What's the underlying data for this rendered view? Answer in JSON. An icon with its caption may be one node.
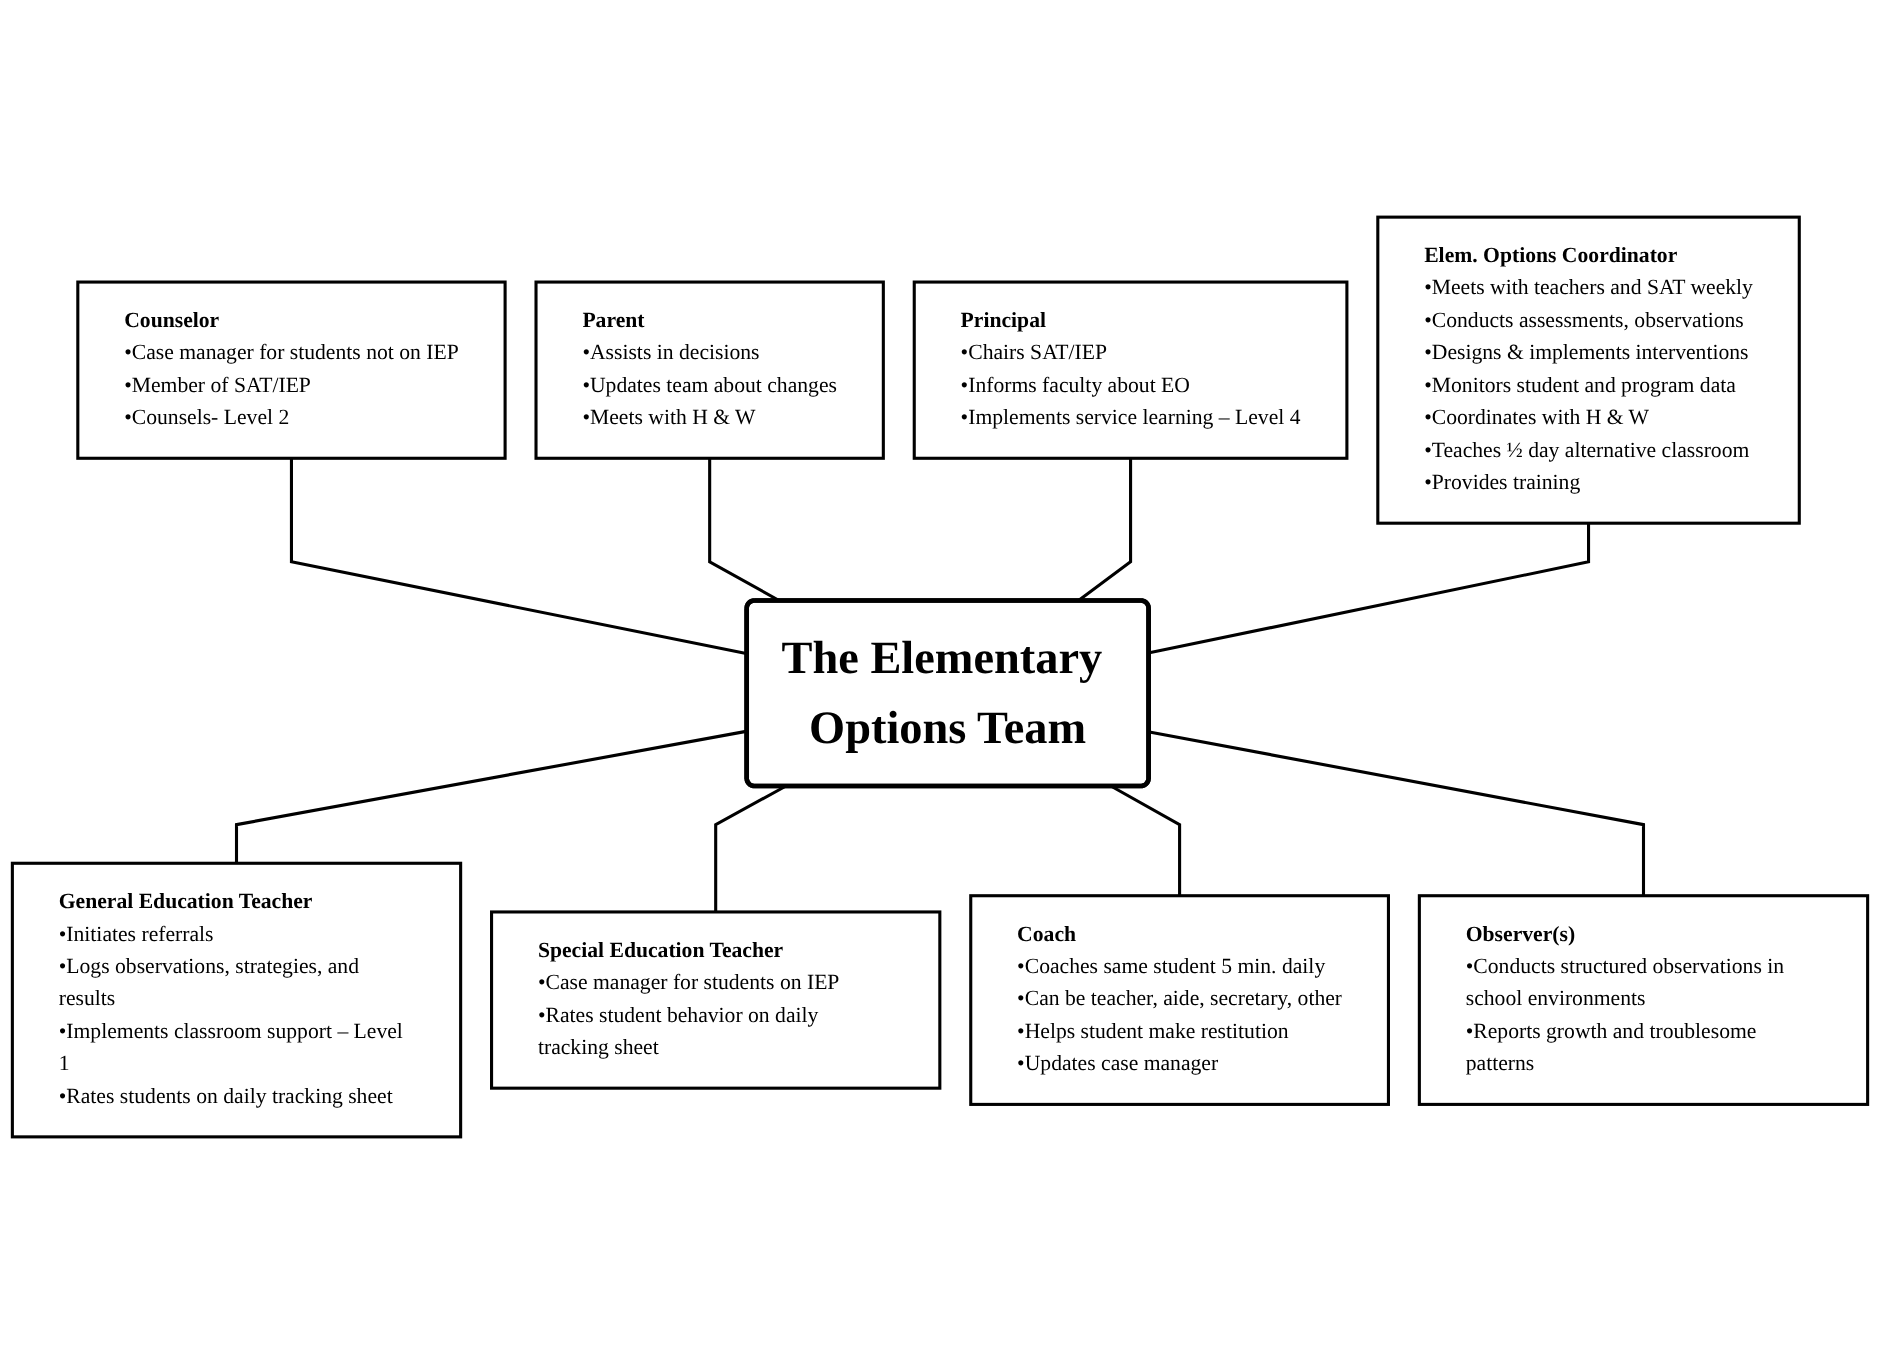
{
  "diagram": {
    "nodes": [
      {
        "text": [
          "Counselor",
          "•Case manager for students not on IEP",
          "•Member of SAT/IEP",
          "•Counsels- Level 2"
        ]
      },
      {
        "text": [
          "Parent",
          "•Assists in decisions",
          "•Updates team about changes",
          "•Meets with H & W"
        ]
      },
      {
        "text": [
          "Principal",
          "•Chairs SAT/IEP",
          "•Informs faculty about EO",
          "•Implements service learning – Level 4"
        ]
      },
      {
        "text": [
          "Elem. Options Coordinator",
          "•Meets with teachers and SAT weekly",
          "•Conducts assessments, observations",
          "•Designs &  implements interventions",
          "•Monitors student and program data",
          "•Coordinates with H & W",
          "•Teaches ½ day alternative classroom",
          "•Provides training"
        ]
      },
      {
        "text": [
          "The Elementary Options Team"
        ]
      },
      {
        "text": [
          "General Education Teacher",
          "•Initiates referrals",
          "•Logs observations, strategies, and results",
          "•Implements classroom support – Level 1",
          "•Rates students on daily tracking sheet"
        ]
      },
      {
        "text": [
          "Special Education Teacher",
          "•Case manager for students on IEP",
          "•Rates student behavior on daily tracking sheet"
        ]
      },
      {
        "text": [
          "Coach",
          "•Coaches same student 5 min. daily",
          "•Can be teacher, aide, secretary, other",
          "•Helps student make restitution",
          "•Updates case manager"
        ]
      },
      {
        "text": [
          "Observer(s)",
          "•Conducts structured observations in school environments",
          "•Reports growth and troublesome patterns"
        ]
      }
    ],
    "edges": [
      {
        "from": 0,
        "to": 4,
        "arrow": "none"
      },
      {
        "from": 1,
        "to": 4,
        "arrow": "none"
      },
      {
        "from": 2,
        "to": 4,
        "arrow": "none"
      },
      {
        "from": 3,
        "to": 4,
        "arrow": "none"
      },
      {
        "from": 4,
        "to": 5,
        "arrow": "none"
      },
      {
        "from": 4,
        "to": 6,
        "arrow": "none"
      },
      {
        "from": 4,
        "to": 7,
        "arrow": "none"
      },
      {
        "from": 4,
        "to": 8,
        "arrow": "none"
      }
    ]
  }
}
